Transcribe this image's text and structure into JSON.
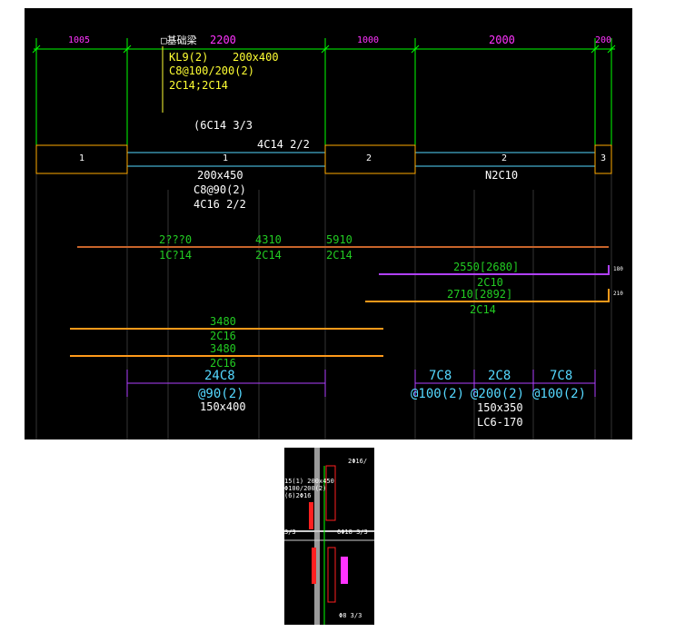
{
  "colors": {
    "background": "#000000",
    "dim": "#00ff00",
    "magenta": "#ff33ff",
    "yellow": "#ffff33",
    "white": "#ffffff",
    "cyan": "#55d8ff",
    "orange": "#ff9a1a",
    "brown": "#c8642a",
    "purple": "#b040ff",
    "red": "#ff2020"
  },
  "dimensions": {
    "d1": "1005",
    "d2": "2200",
    "d3": "1000",
    "d4": "2000",
    "d5": "200"
  },
  "beam": {
    "prefix": "□基础梁",
    "name": "KL9(2)",
    "size": "200x400",
    "stirrup": "C8@100/200(2)",
    "longbars": "2C14;2C14",
    "extra": "(6C14 3/3",
    "top": "4C14 2/2"
  },
  "supports": {
    "s1": "1",
    "span1": "1",
    "s2": "2",
    "span2": "2",
    "s3": "3"
  },
  "span1_labels": {
    "size": "200x450",
    "stirrup": "C8@90(2)",
    "bars": "4C16 2/2"
  },
  "span2_labels": {
    "bars": "N2C10"
  },
  "rebar": {
    "a1": "2???0",
    "a2": "4310",
    "a3": "5910",
    "b1": "1C?14",
    "b2": "2C14",
    "b3": "2C14",
    "p_len": "2550[2680]",
    "p_bar": "2C10",
    "p_tail": "180",
    "o_len": "2710[2892]",
    "o_bar": "2C14",
    "o_tail": "210",
    "l1_len": "3480",
    "l1_bar": "2C16",
    "l2_len": "3480",
    "l2_bar": "2C16"
  },
  "stirrups": {
    "s_count": "24C8",
    "s_spacing": "@90(2)",
    "s_size": "150x400",
    "r1": "7C8",
    "r2": "2C8",
    "r3": "7C8",
    "r_sp1": "@100(2)",
    "r_sp2": "@200(2)",
    "r_sp3": "@100(2)",
    "r_size": "150x350",
    "r_code": "LC6-170"
  },
  "minimap": {
    "t1": "2Φ16/",
    "t2": "15(1) 200x450",
    "t3": "Φ100/200(2)",
    "t4": "(6)2Φ16",
    "t5": "3/3",
    "t6": "6Φ18 3/3",
    "t7": "Φ8 3/3"
  }
}
